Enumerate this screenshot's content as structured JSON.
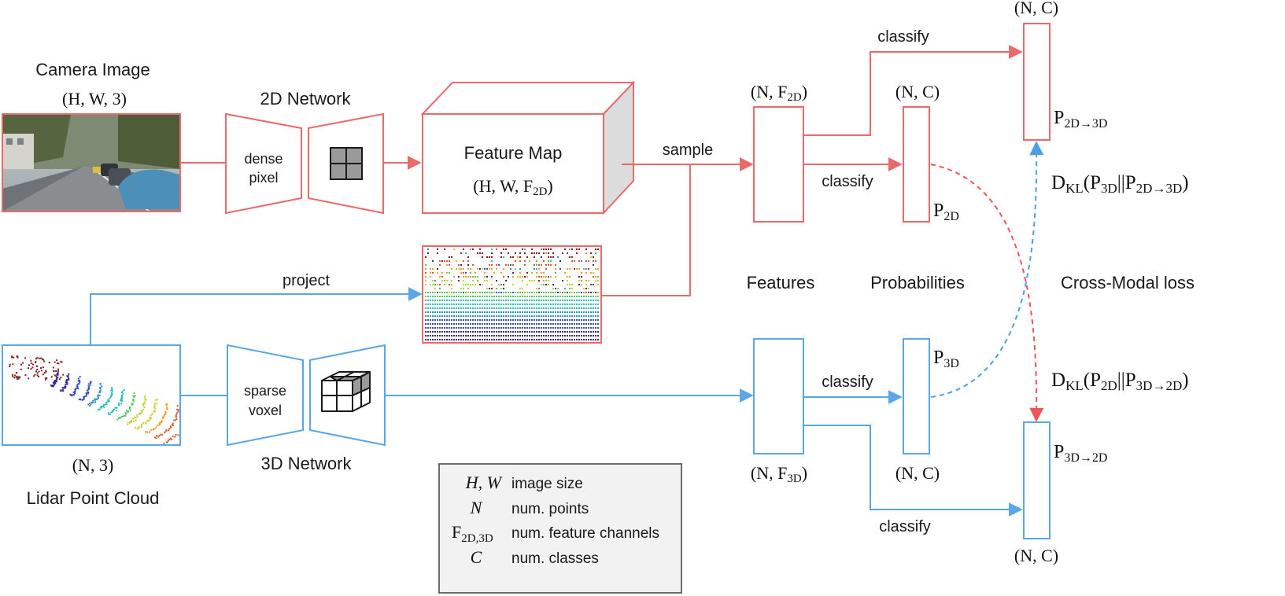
{
  "colors": {
    "red": "#e96a6a",
    "blue": "#5aa6e6",
    "red_dash": "#ee5555",
    "blue_dash": "#4a9fe6",
    "legend_bg": "#f2f2f2",
    "legend_border": "#6b6b6b",
    "cube_side": "#dcdcdc",
    "grid_fill": "#9a9a9a"
  },
  "camera": {
    "title": "Camera Image",
    "dims": {
      "open": "(",
      "v1": "H",
      "v2": "W",
      "n3": "3",
      "close": ")"
    }
  },
  "lidar": {
    "title": "Lidar Point Cloud",
    "dims": {
      "open": "(",
      "v1": "N",
      "n3": "3",
      "close": ")"
    }
  },
  "net2d": {
    "title": "2D Network",
    "line1": "dense",
    "line2": "pixel",
    "icon": "2x2-grid-icon"
  },
  "net3d": {
    "title": "3D Network",
    "line1": "sparse",
    "line2": "voxel",
    "icon": "voxel-cube-icon"
  },
  "feature_map": {
    "title": "Feature Map",
    "dims": {
      "v1": "H",
      "v2": "W",
      "v3": "F",
      "sub": "2D"
    }
  },
  "edges": {
    "sample": "sample",
    "project": "project",
    "classify_2d_top": "classify",
    "classify_2d": "classify",
    "classify_3d": "classify",
    "classify_3d_bottom": "classify"
  },
  "column_labels": {
    "features": "Features",
    "probabilities": "Probabilities",
    "loss": "Cross-Modal loss"
  },
  "features_2d": {
    "var": "N",
    "F": "F",
    "sub": "2D"
  },
  "features_3d": {
    "var": "N",
    "F": "F",
    "sub": "3D"
  },
  "prob_2d": {
    "var": "N",
    "C": "C",
    "name": "P",
    "sub": "2D"
  },
  "prob_3d": {
    "var": "N",
    "C": "C",
    "name": "P",
    "sub": "3D"
  },
  "prob_2d_to_3d": {
    "var": "N",
    "C": "C",
    "name": "P",
    "sub": "2D→3D"
  },
  "prob_3d_to_2d": {
    "var": "N",
    "C": "C",
    "name": "P",
    "sub": "3D→2D"
  },
  "loss_top": {
    "D": "D",
    "Dsub": "KL",
    "a": "P",
    "asub": "3D",
    "sep": "||",
    "b": "P",
    "bsub": "2D→3D"
  },
  "loss_bottom": {
    "D": "D",
    "Dsub": "KL",
    "a": "P",
    "asub": "2D",
    "sep": "||",
    "b": "P",
    "bsub": "3D→2D"
  },
  "legend": [
    {
      "sym": "H, W",
      "desc": "image size"
    },
    {
      "sym": "N",
      "desc": "num. points"
    },
    {
      "sym": "F",
      "sym_sub": "2D,3D",
      "desc": "num. feature channels"
    },
    {
      "sym": "C",
      "desc": "num. classes"
    }
  ]
}
